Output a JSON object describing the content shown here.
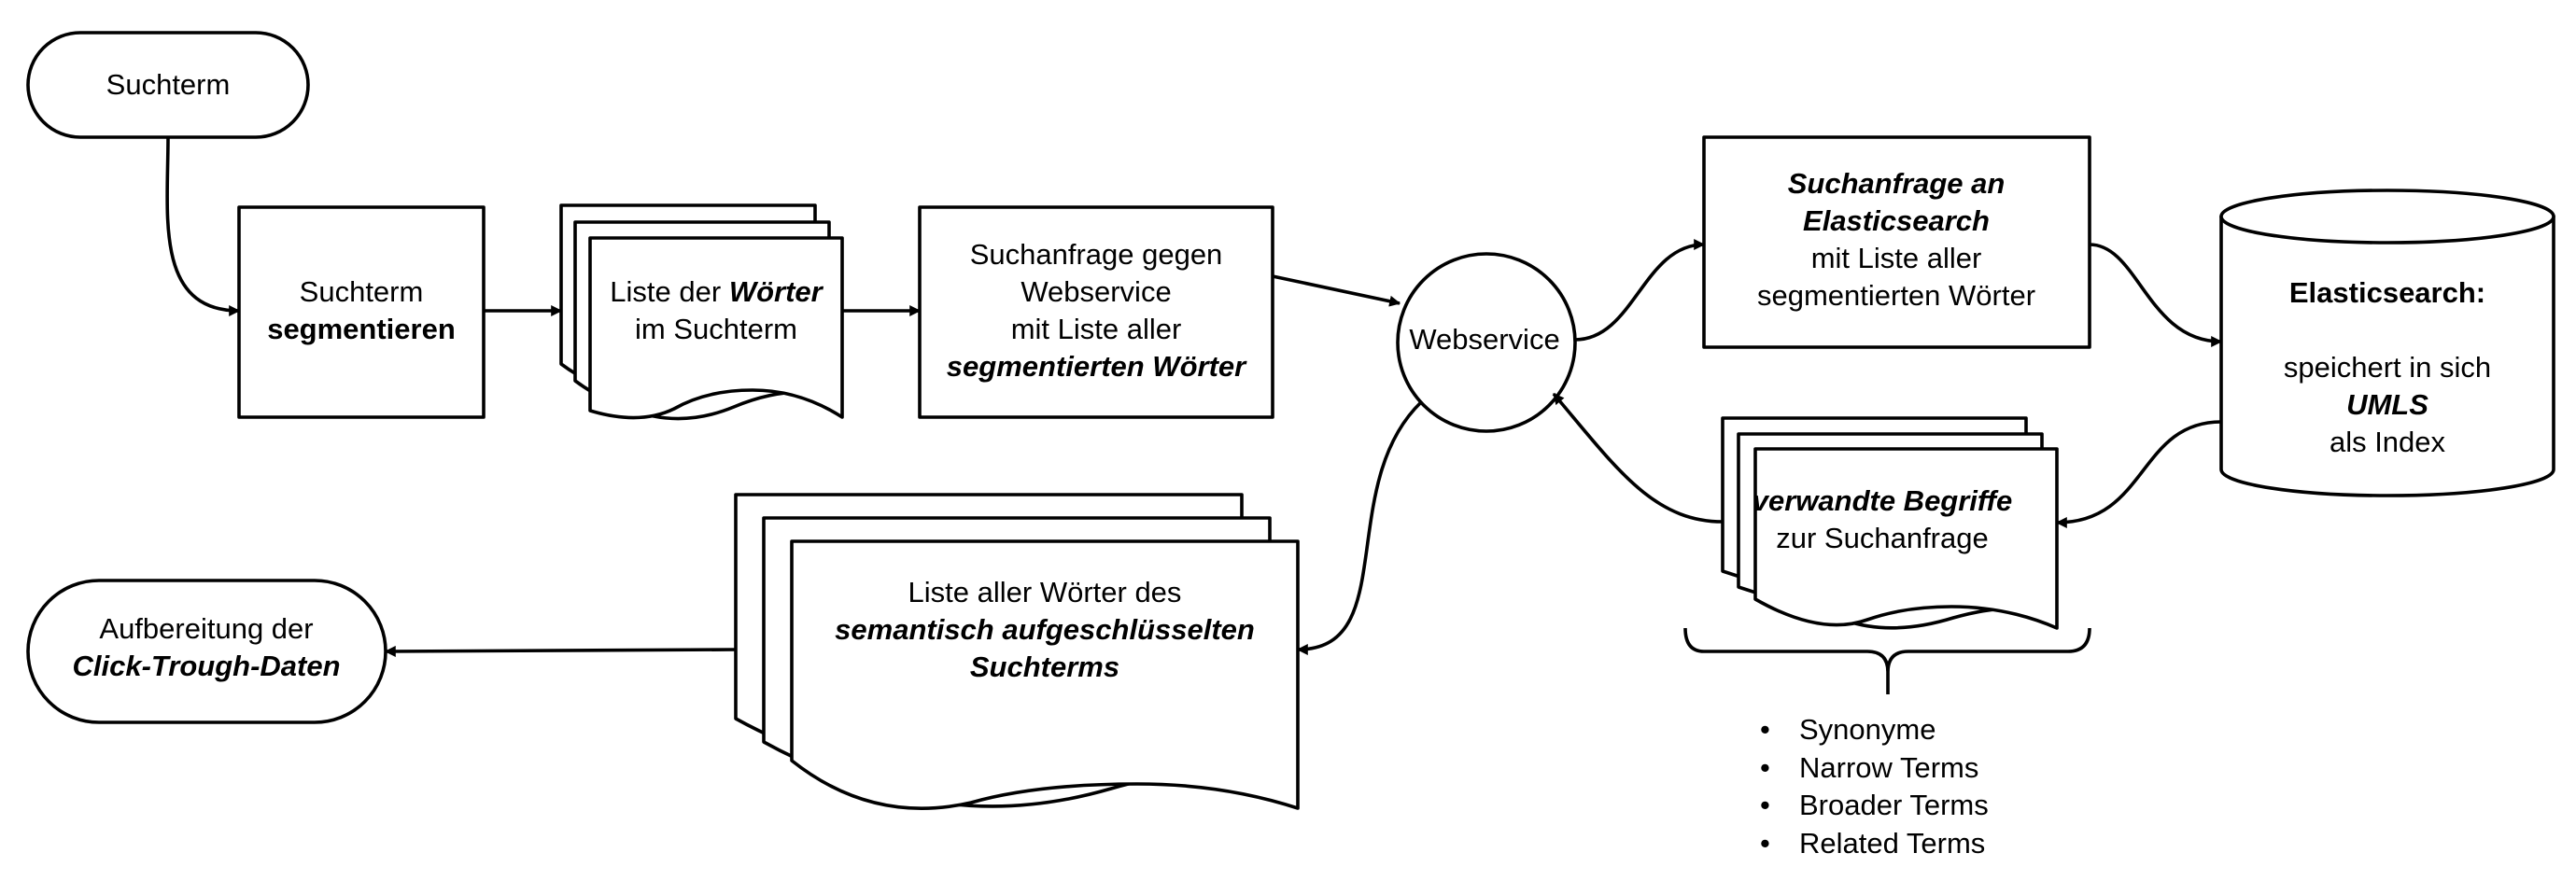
{
  "nodes": {
    "suchterm": {
      "lines": [
        [
          {
            "t": "Suchterm",
            "s": "r"
          }
        ]
      ]
    },
    "segmentieren": {
      "lines": [
        [
          {
            "t": "Suchterm",
            "s": "r"
          }
        ],
        [
          {
            "t": "segmentieren",
            "s": "b"
          }
        ]
      ]
    },
    "woerter_liste": {
      "lines": [
        [
          {
            "t": "Liste der ",
            "s": "r"
          },
          {
            "t": "Wörter",
            "s": "bi"
          }
        ],
        [
          {
            "t": "im Suchterm",
            "s": "r"
          }
        ]
      ]
    },
    "suchanfrage_ws": {
      "lines": [
        [
          {
            "t": "Suchanfrage gegen",
            "s": "r"
          }
        ],
        [
          {
            "t": "Webservice",
            "s": "r"
          }
        ],
        [
          {
            "t": "mit Liste aller",
            "s": "r"
          }
        ],
        [
          {
            "t": "segmentierten Wörter",
            "s": "bi"
          }
        ]
      ]
    },
    "webservice": {
      "lines": [
        [
          {
            "t": "Webservice",
            "s": "r"
          }
        ]
      ]
    },
    "suchanfrage_es": {
      "lines": [
        [
          {
            "t": "Suchanfrage an",
            "s": "bi"
          }
        ],
        [
          {
            "t": "Elasticsearch",
            "s": "bi"
          }
        ],
        [
          {
            "t": "mit Liste aller",
            "s": "r"
          }
        ],
        [
          {
            "t": "segmentierten Wörter",
            "s": "r"
          }
        ]
      ]
    },
    "elasticsearch": {
      "lines": [
        [
          {
            "t": "Elasticsearch:",
            "s": "b"
          }
        ],
        [],
        [
          {
            "t": "speichert in sich",
            "s": "r"
          }
        ],
        [
          {
            "t": "UMLS",
            "s": "bi"
          }
        ],
        [
          {
            "t": "als Index",
            "s": "r"
          }
        ]
      ]
    },
    "verwandte": {
      "lines": [
        [
          {
            "t": "verwandte Begriffe",
            "s": "bi"
          }
        ],
        [
          {
            "t": "zur Suchanfrage",
            "s": "r"
          }
        ]
      ]
    },
    "semantisch_liste": {
      "lines": [
        [
          {
            "t": "Liste aller Wörter des",
            "s": "r"
          }
        ],
        [
          {
            "t": "semantisch aufgeschlüsselten",
            "s": "bi"
          }
        ],
        [
          {
            "t": "Suchterms",
            "s": "bi"
          }
        ]
      ]
    },
    "aufbereitung": {
      "lines": [
        [
          {
            "t": "Aufbereitung der",
            "s": "r"
          }
        ],
        [
          {
            "t": "Click-Trough-Daten",
            "s": "bi"
          }
        ]
      ]
    }
  },
  "term_types": [
    "Synonyme",
    "Narrow Terms",
    "Broader Terms",
    "Related Terms"
  ],
  "bullet_symbol": "•"
}
